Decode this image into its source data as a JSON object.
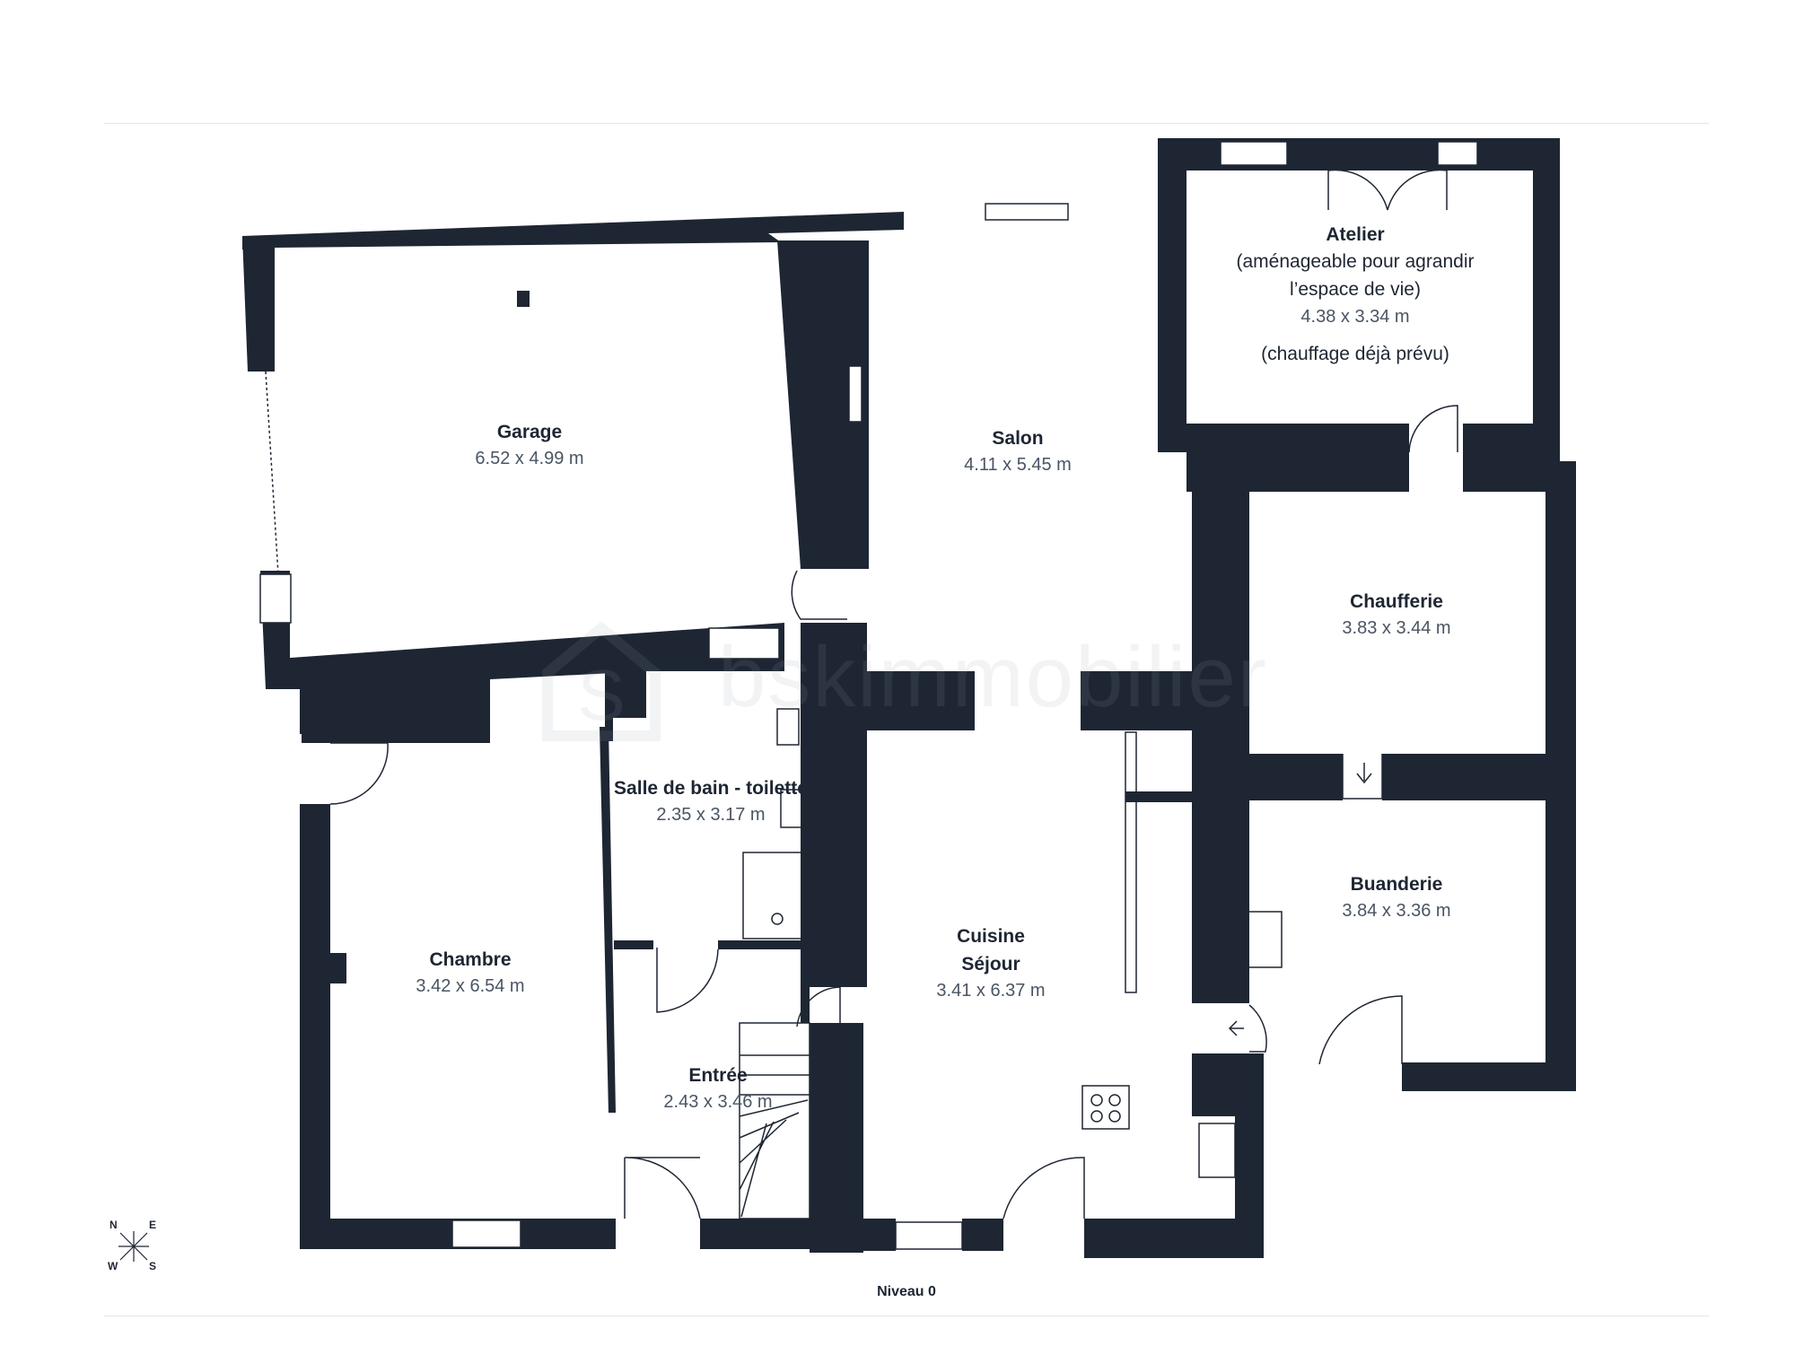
{
  "rooms": {
    "garage": {
      "name": "Garage",
      "dim": "6.52 x 4.99 m"
    },
    "salon": {
      "name": "Salon",
      "dim": "4.11 x 5.45 m"
    },
    "atelier": {
      "name": "Atelier",
      "sub1": "(aménageable pour agrandir",
      "sub2": "l’espace de vie)",
      "dim": "4.38 x 3.34 m",
      "note": "(chauffage déjà prévu)"
    },
    "chaufferie": {
      "name": "Chaufferie",
      "dim": "3.83 x 3.44 m"
    },
    "salle_de_bain": {
      "name": "Salle de bain - toilette",
      "dim": "2.35 x 3.17 m"
    },
    "chambre": {
      "name": "Chambre",
      "dim": "3.42 x 6.54 m"
    },
    "cuisine": {
      "name1": "Cuisine",
      "name2": "Séjour",
      "dim": "3.41 x 6.37 m"
    },
    "buanderie": {
      "name": "Buanderie",
      "dim": "3.84 x 3.36 m"
    },
    "entree": {
      "name": "Entrée",
      "dim": "2.43 x 3.46 m"
    }
  },
  "level_label": "Niveau 0",
  "watermark_text": "bskimmobilier",
  "compass": {
    "n": "N",
    "e": "E",
    "w": "W",
    "s": "S"
  },
  "colors": {
    "wall": "#1e2633",
    "text": "#1e2633",
    "dim": "#4a5563"
  }
}
